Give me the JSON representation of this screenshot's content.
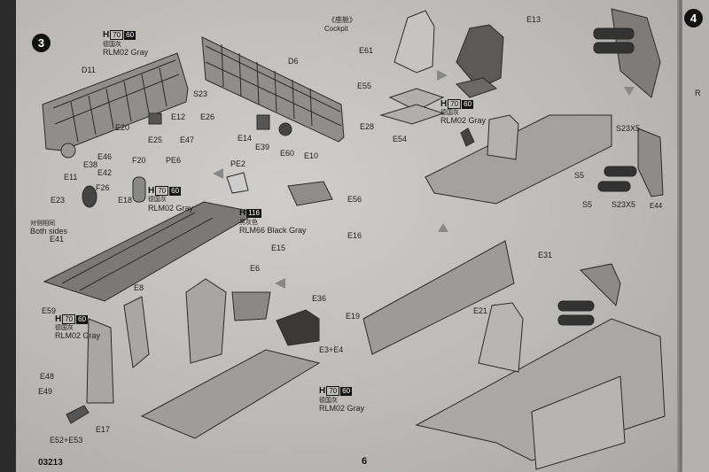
{
  "page_number": "6",
  "code": "03213",
  "step_left": "3",
  "step_right": "4",
  "cockpit_cn": "《座舱》",
  "cockpit_en": "Cockpit",
  "paint1": {
    "h": "H",
    "code": "70",
    "num": "60",
    "cn": "德国灰",
    "en": "RLM02 Gray"
  },
  "paint2": {
    "h": "H",
    "code": "70",
    "num": "60",
    "cn": "德国灰",
    "en": "RLM02 Gray"
  },
  "paint3": {
    "h": "H",
    "code": "116",
    "cn": "黑灰色",
    "en": "RLM66 Black Gray"
  },
  "paint4": {
    "h": "H",
    "code": "70",
    "num": "60",
    "cn": "德国灰",
    "en": "RLM02 Gray"
  },
  "paint5": {
    "h": "H",
    "code": "70",
    "num": "60",
    "cn": "德国灰",
    "en": "RLM02 Gray"
  },
  "paint6": {
    "h": "H",
    "code": "70",
    "num": "60",
    "cn": "德国灰",
    "en": "RLM02 Gray"
  },
  "both_sides_cn": "对侧相同",
  "both_sides_en": "Both sides",
  "right_edge_text": "R",
  "parts": {
    "d11": "D11",
    "s23": "S23",
    "e12": "E12",
    "e20": "E20",
    "e25": "E25",
    "e46": "E46",
    "e38": "E38",
    "e11": "E11",
    "e42": "E42",
    "f20": "F20",
    "pe6": "PE6",
    "e47": "E47",
    "pe2": "PE2",
    "e26": "E26",
    "d6": "D6",
    "e14": "E14",
    "e39": "E39",
    "e60": "E60",
    "e10": "E10",
    "e23": "E23",
    "f26": "F26",
    "e18": "E18",
    "e41": "E41",
    "e59": "E59",
    "e56": "E56",
    "e15": "E15",
    "e16": "E16",
    "e6": "E6",
    "e36": "E36",
    "e19": "E19",
    "e8": "E8",
    "e3e4": "E3+E4",
    "e48": "E48",
    "e49": "E49",
    "e17": "E17",
    "e52e53": "E52+E53",
    "e61": "E61",
    "e55": "E55",
    "e28": "E28",
    "e54": "E54",
    "e13": "E13",
    "s23x5a": "S23X5",
    "s5a": "S5",
    "s5b": "S5",
    "s23x5b": "S23X5",
    "e44": "E44",
    "e31": "E31",
    "e21": "E21"
  }
}
